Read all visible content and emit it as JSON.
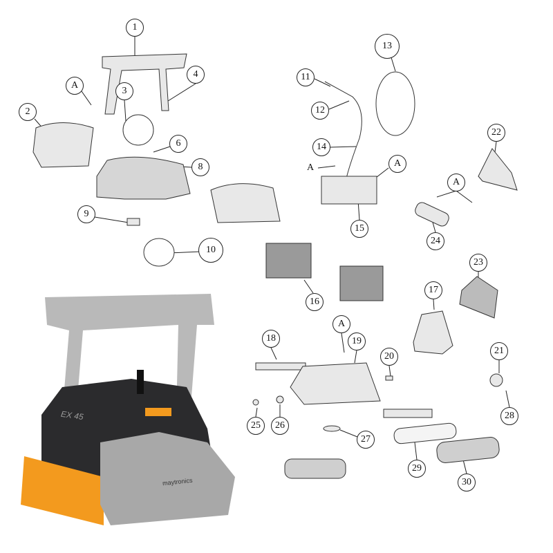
{
  "diagram": {
    "callouts": [
      {
        "label": "1"
      },
      {
        "label": "A"
      },
      {
        "label": "3"
      },
      {
        "label": "4"
      },
      {
        "label": "2"
      },
      {
        "label": "6"
      },
      {
        "label": "8"
      },
      {
        "label": "9"
      },
      {
        "label": "10"
      },
      {
        "label": "11"
      },
      {
        "label": "12"
      },
      {
        "label": "13"
      },
      {
        "label": "14"
      },
      {
        "label": "A"
      },
      {
        "label": "A"
      },
      {
        "label": "15"
      },
      {
        "label": "22"
      },
      {
        "label": "A"
      },
      {
        "label": "24"
      },
      {
        "label": "16"
      },
      {
        "label": "23"
      },
      {
        "label": "17"
      },
      {
        "label": "18"
      },
      {
        "label": "A"
      },
      {
        "label": "19"
      },
      {
        "label": "20"
      },
      {
        "label": "21"
      },
      {
        "label": "28"
      },
      {
        "label": "25"
      },
      {
        "label": "26"
      },
      {
        "label": "27"
      },
      {
        "label": "29"
      },
      {
        "label": "30"
      }
    ],
    "robot": {
      "model": "EX 45",
      "brand": "maytronics"
    },
    "colors": {
      "accent": "#f39a1e",
      "body": "#2b2b2d",
      "frame": "#b9b9b9",
      "line": "#222222"
    }
  }
}
